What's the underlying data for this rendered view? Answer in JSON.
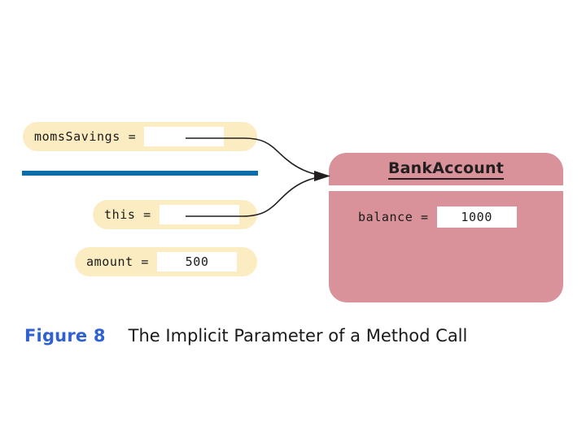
{
  "figure": {
    "caption_number": "Figure 8",
    "caption_title": "The Implicit Parameter of a Method Call",
    "background_color": "#ffffff"
  },
  "colors": {
    "stack_frame_yellow": "#fbecc2",
    "object_pink": "#d9929a",
    "divider_blue": "#0d6dab",
    "caption_blue": "#2f62cf",
    "value_box_white": "#ffffff",
    "text_black": "#1a1a1a",
    "connector_black": "#231f20"
  },
  "stack": {
    "divider_label": "stack-frame-divider",
    "rows": [
      {
        "name": "momsSavings",
        "label": "momsSavings =",
        "value": ""
      },
      {
        "name": "this",
        "label": "this =",
        "value": ""
      },
      {
        "name": "amount",
        "label": "amount =",
        "value": "500"
      }
    ]
  },
  "object": {
    "title": "BankAccount",
    "fields": [
      {
        "name": "balance",
        "label": "balance =",
        "value": "1000"
      }
    ]
  },
  "connectors": {
    "description": "Two reference arrows from momsSavings and this converge to a single arrowhead pointing at the BankAccount object",
    "count": 2,
    "arrowhead_target": "BankAccount"
  }
}
